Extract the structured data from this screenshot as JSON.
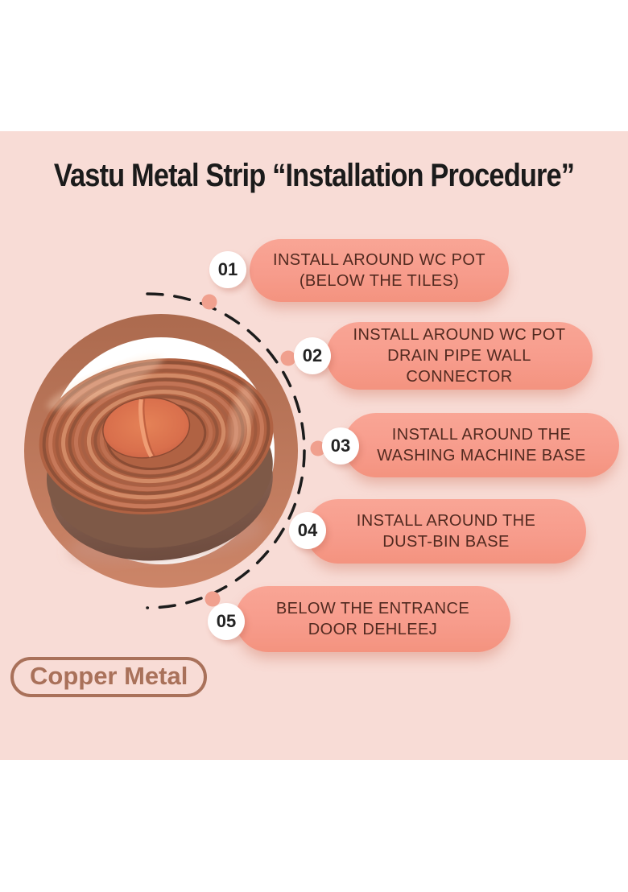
{
  "page": {
    "title": "Vastu Metal Strip “Installation Procedure”",
    "badge": "Copper Metal"
  },
  "steps": [
    {
      "number": "01",
      "label": "INSTALL AROUND WC POT\n(BELOW THE TILES)"
    },
    {
      "number": "02",
      "label": "INSTALL AROUND WC POT\nDRAIN PIPE WALL\nCONNECTOR"
    },
    {
      "number": "03",
      "label": "INSTALL AROUND THE\nWASHING MACHINE BASE"
    },
    {
      "number": "04",
      "label": "INSTALL AROUND THE\nDUST-BIN BASE"
    },
    {
      "number": "05",
      "label": "BELOW THE ENTRANCE\nDOOR DEHLEEJ"
    }
  ],
  "colors": {
    "background_pink": "#F8DCD6",
    "pill_salmon": "#F79C8C",
    "pill_text_brown": "#522A20",
    "frame_ring_terracotta": "#B8735A",
    "badge_brown": "#A9715A",
    "connector_dot_salmon": "#F0A08E",
    "title_black": "#1B1B1B",
    "copper_coil": "#B06548"
  }
}
